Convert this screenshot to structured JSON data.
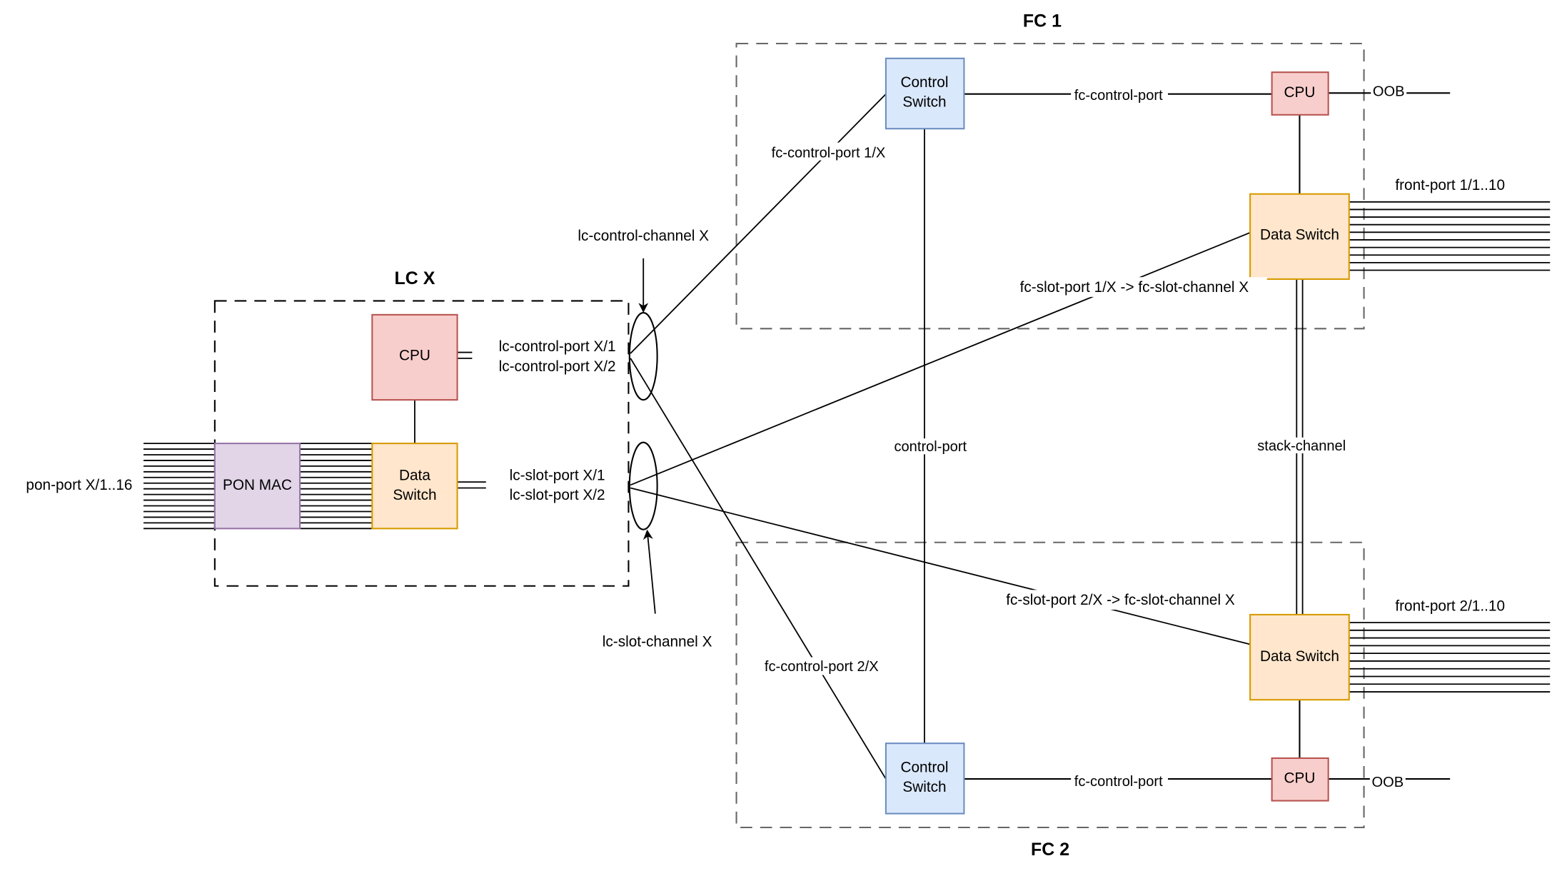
{
  "diagram": {
    "colors": {
      "cpu_fill": "#f8cecc",
      "cpu_stroke": "#b85450",
      "data_switch_fill": "#ffe6cc",
      "data_switch_stroke": "#d79b00",
      "control_switch_fill": "#dae8fc",
      "control_switch_stroke": "#6c8ebf",
      "pon_mac_fill": "#e1d5e7",
      "pon_mac_stroke": "#9673a6",
      "line": "#000000",
      "fc_group_border": "#666666"
    },
    "groups": {
      "lc": {
        "title": "LC X"
      },
      "fc1": {
        "title": "FC 1"
      },
      "fc2": {
        "title": "FC 2"
      }
    },
    "nodes": {
      "lc_cpu": "CPU",
      "lc_data_switch": [
        "Data",
        "Switch"
      ],
      "pon_mac": "PON MAC",
      "fc1_control_switch": [
        "Control",
        "Switch"
      ],
      "fc1_cpu": "CPU",
      "fc1_data_switch": "Data Switch",
      "fc2_control_switch": [
        "Control",
        "Switch"
      ],
      "fc2_cpu": "CPU",
      "fc2_data_switch": "Data Switch"
    },
    "labels": {
      "pon_port": "pon-port X/1..16",
      "lc_control_port_1": "lc-control-port X/1",
      "lc_control_port_2": "lc-control-port X/2",
      "lc_slot_port_1": "lc-slot-port X/1",
      "lc_slot_port_2": "lc-slot-port X/2",
      "lc_control_channel": "lc-control-channel X",
      "lc_slot_channel": "lc-slot-channel X",
      "fc_control_port_1x": "fc-control-port 1/X",
      "fc_control_port_2x": "fc-control-port 2/X",
      "fc1_control_port": "fc-control-port",
      "fc2_control_port": "fc-control-port",
      "fc1_oob": "OOB",
      "fc2_oob": "OOB",
      "front_port_1": "front-port 1/1..10",
      "front_port_2": "front-port 2/1..10",
      "fc_slot_port_1": "fc-slot-port 1/X -> fc-slot-channel X",
      "fc_slot_port_2": "fc-slot-port 2/X -> fc-slot-channel X",
      "control_port": "control-port",
      "stack_channel": "stack-channel"
    },
    "port_counts": {
      "pon_ports": 16,
      "front_ports_fc1": 10,
      "front_ports_fc2": 10
    }
  }
}
